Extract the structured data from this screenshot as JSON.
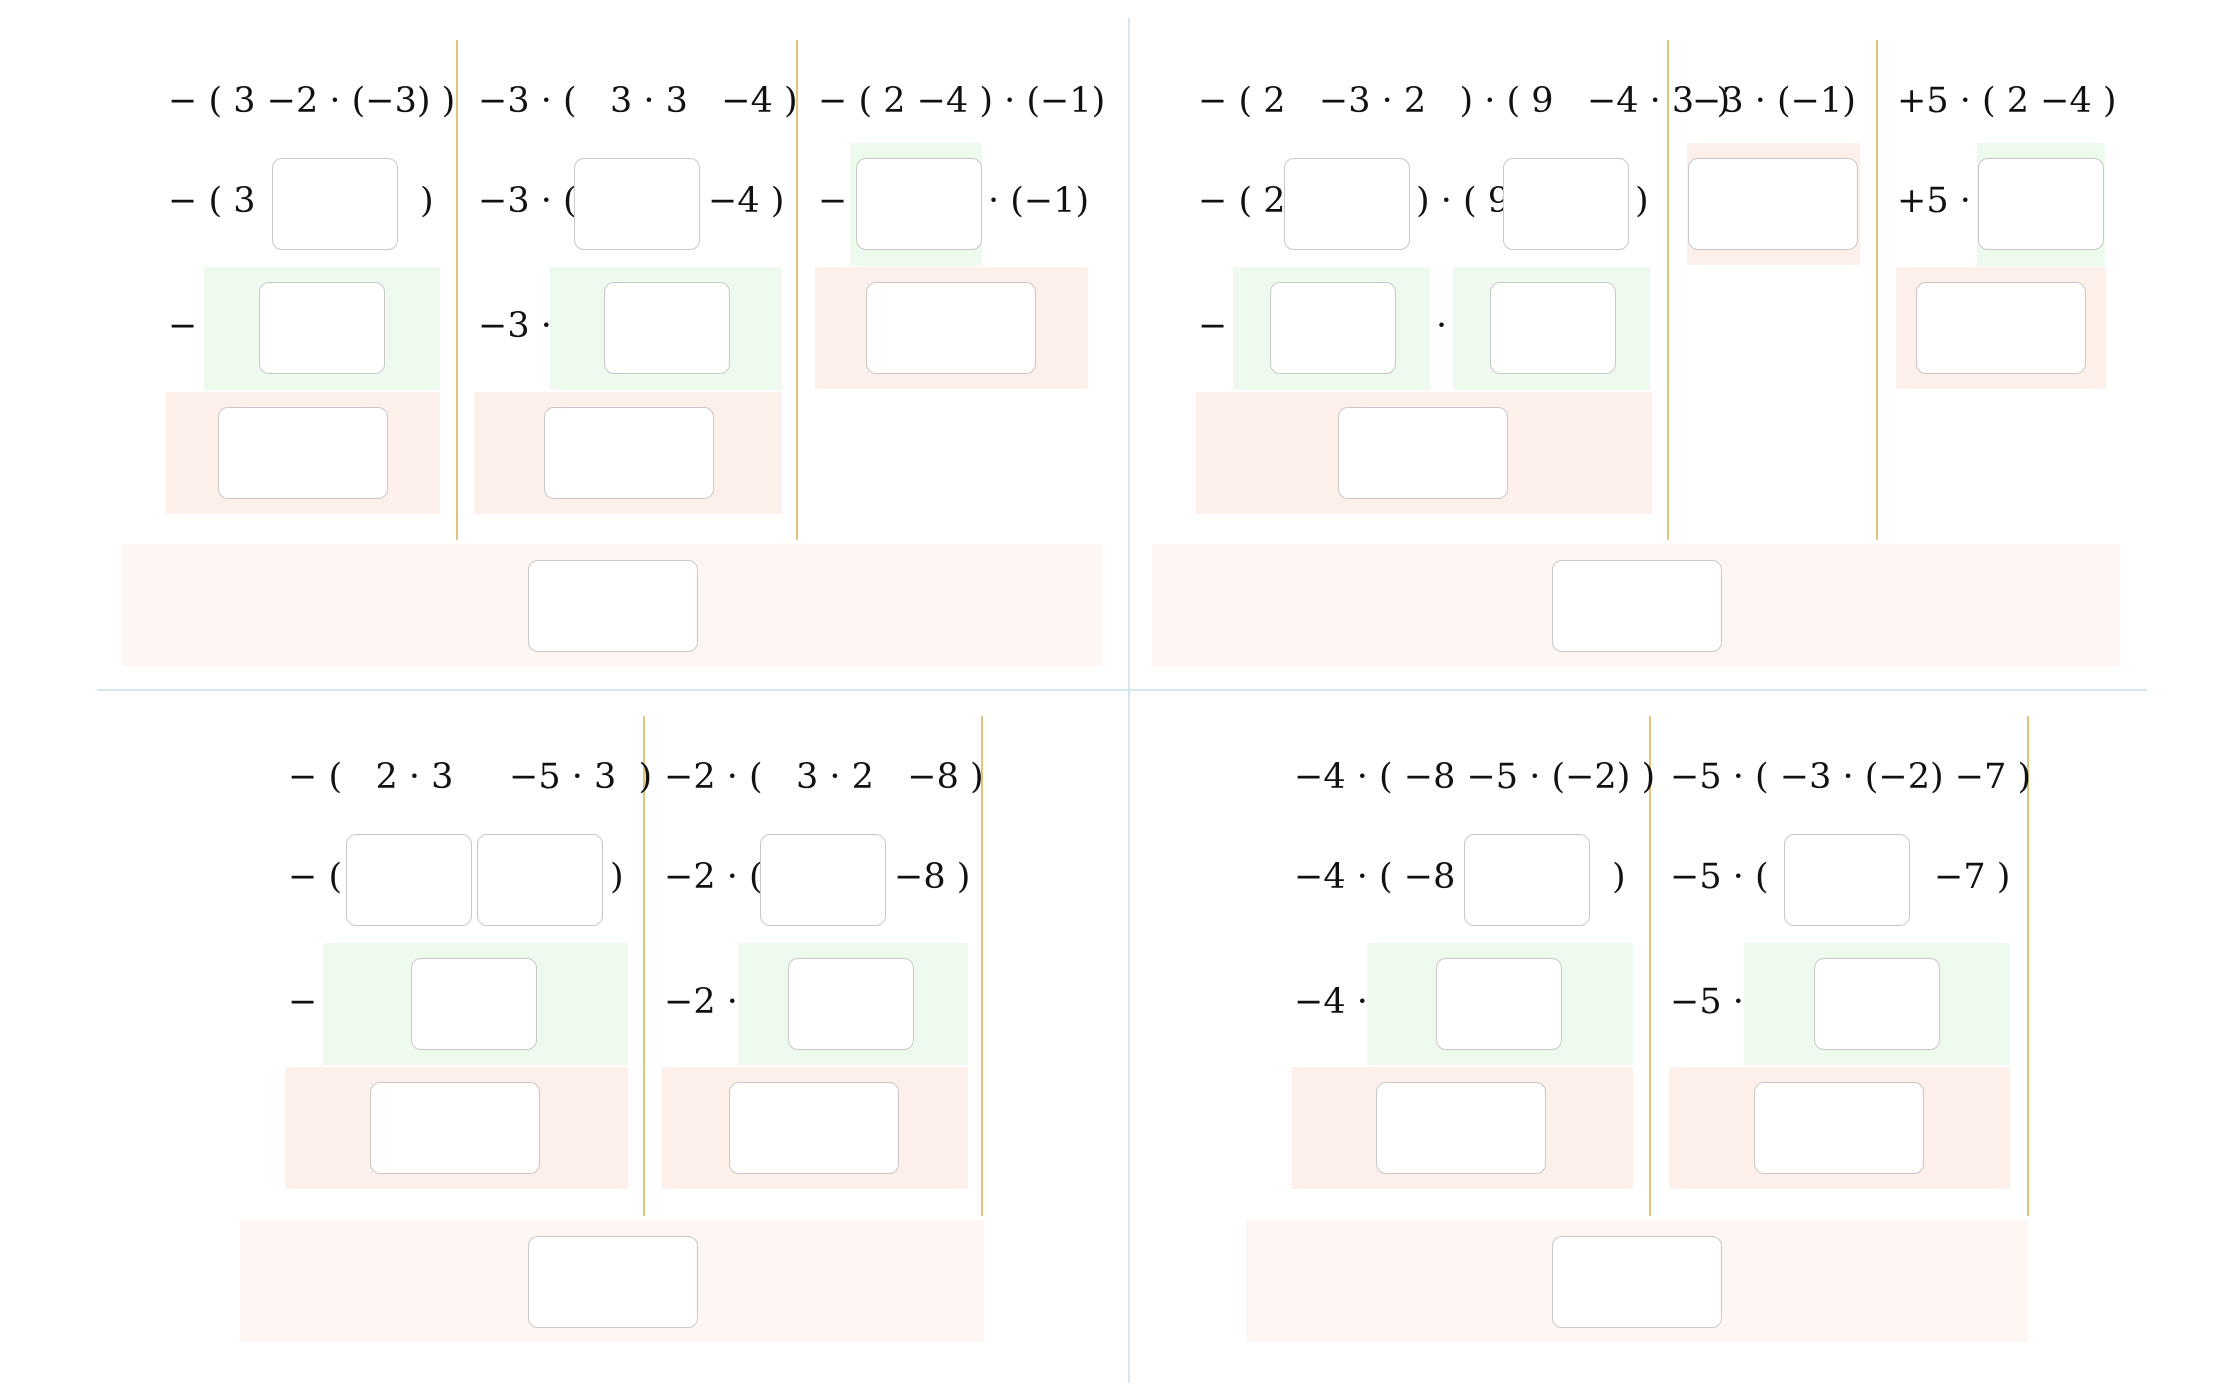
{
  "q1": {
    "c1": {
      "row1": "− ( 3 −2 · (−3) )",
      "row2_pre": "− ( 3",
      "row2_post": ")",
      "row3_pre": "−"
    },
    "c2": {
      "row1": "−3 · (   3 · 3   −4 )",
      "row2_pre": "−3 · (",
      "row2_post": "−4 )",
      "row3_pre": "−3 ·"
    },
    "c3": {
      "row1": "− ( 2 −4 ) · (−1)",
      "row2_pre": "−",
      "row2_post": "· (−1)"
    }
  },
  "q2": {
    "c1": {
      "row1": "− ( 2   −3 · 2   ) · ( 9   −4 · 3  )",
      "row2_a": "− ( 2",
      "row2_b": ") · ( 9",
      "row2_c": ")",
      "row3_pre": "−",
      "row3_mid": "·"
    },
    "c2": {
      "row1": "−3 · (−1)"
    },
    "c3": {
      "row1": "+5 · ( 2 −4 )",
      "row2_pre": "+5 ·"
    }
  },
  "q3": {
    "c1": {
      "row1": "− (   2 · 3     −5 · 3  )",
      "row2_pre": "− (",
      "row2_post": ")",
      "row3_pre": "−"
    },
    "c2": {
      "row1": "−2 · (   3 · 2   −8 )",
      "row2_pre": "−2 · (",
      "row2_post": "−8 )",
      "row3_pre": "−2 ·"
    }
  },
  "q4": {
    "c1": {
      "row1": "−4 · ( −8 −5 · (−2) )",
      "row2_pre": "−4 · ( −8",
      "row2_post": ")",
      "row3_pre": "−4 ·"
    },
    "c2": {
      "row1": "−5 · ( −3 · (−2) −7 )",
      "row2_pre": "−5 · (",
      "row2_post": "−7 )",
      "row3_pre": "−5 ·"
    }
  }
}
